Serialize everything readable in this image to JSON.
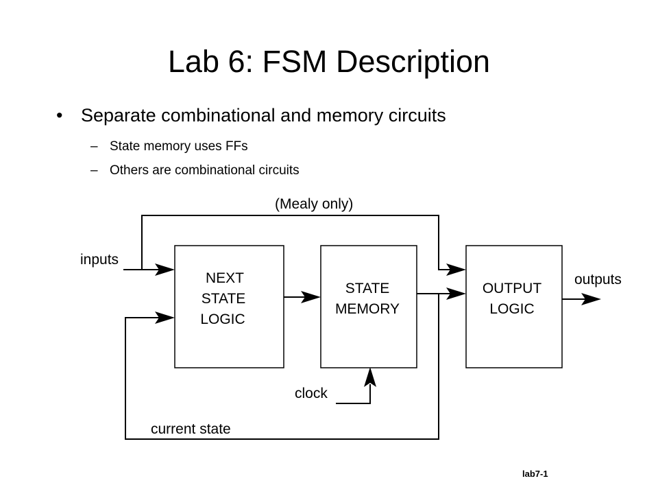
{
  "slide": {
    "title": "Lab 6: FSM Description",
    "bullet": "Separate combinational and memory circuits",
    "bullet_marker": "•",
    "subbullets": [
      "State memory uses FFs",
      "Others are combinational circuits"
    ],
    "sub_marker": "–",
    "footer": "lab7-1"
  },
  "diagram": {
    "mealy_label": "(Mealy only)",
    "inputs_label": "inputs",
    "outputs_label": "outputs",
    "clock_label": "clock",
    "current_state_label": "current state",
    "next_state_lines": [
      "NEXT",
      "STATE",
      "LOGIC"
    ],
    "state_memory_lines": [
      "STATE",
      "MEMORY"
    ],
    "output_logic_lines": [
      "OUTPUT",
      "LOGIC"
    ]
  }
}
